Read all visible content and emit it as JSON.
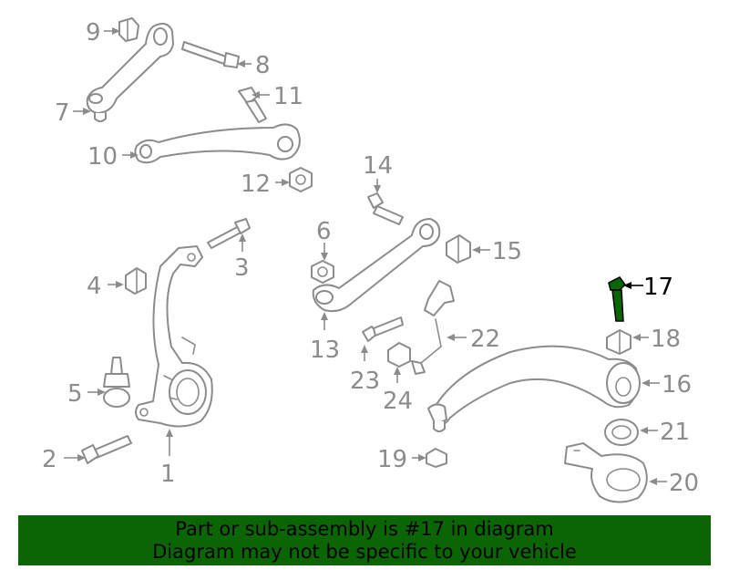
{
  "diagram": {
    "highlight_color": "#0c6505",
    "line_color": "#8c8c8c",
    "callouts": {
      "c1": "1",
      "c2": "2",
      "c3": "3",
      "c4": "4",
      "c5": "5",
      "c6": "6",
      "c7": "7",
      "c8": "8",
      "c9": "9",
      "c10": "10",
      "c11": "11",
      "c12": "12",
      "c13": "13",
      "c14": "14",
      "c15": "15",
      "c16": "16",
      "c17": "17",
      "c18": "18",
      "c19": "19",
      "c20": "20",
      "c21": "21",
      "c22": "22",
      "c23": "23",
      "c24": "24"
    }
  },
  "banner": {
    "line1": "Part or sub-assembly is #17 in diagram",
    "line2": "Diagram may not be specific to your vehicle",
    "background": "#0c6505"
  }
}
